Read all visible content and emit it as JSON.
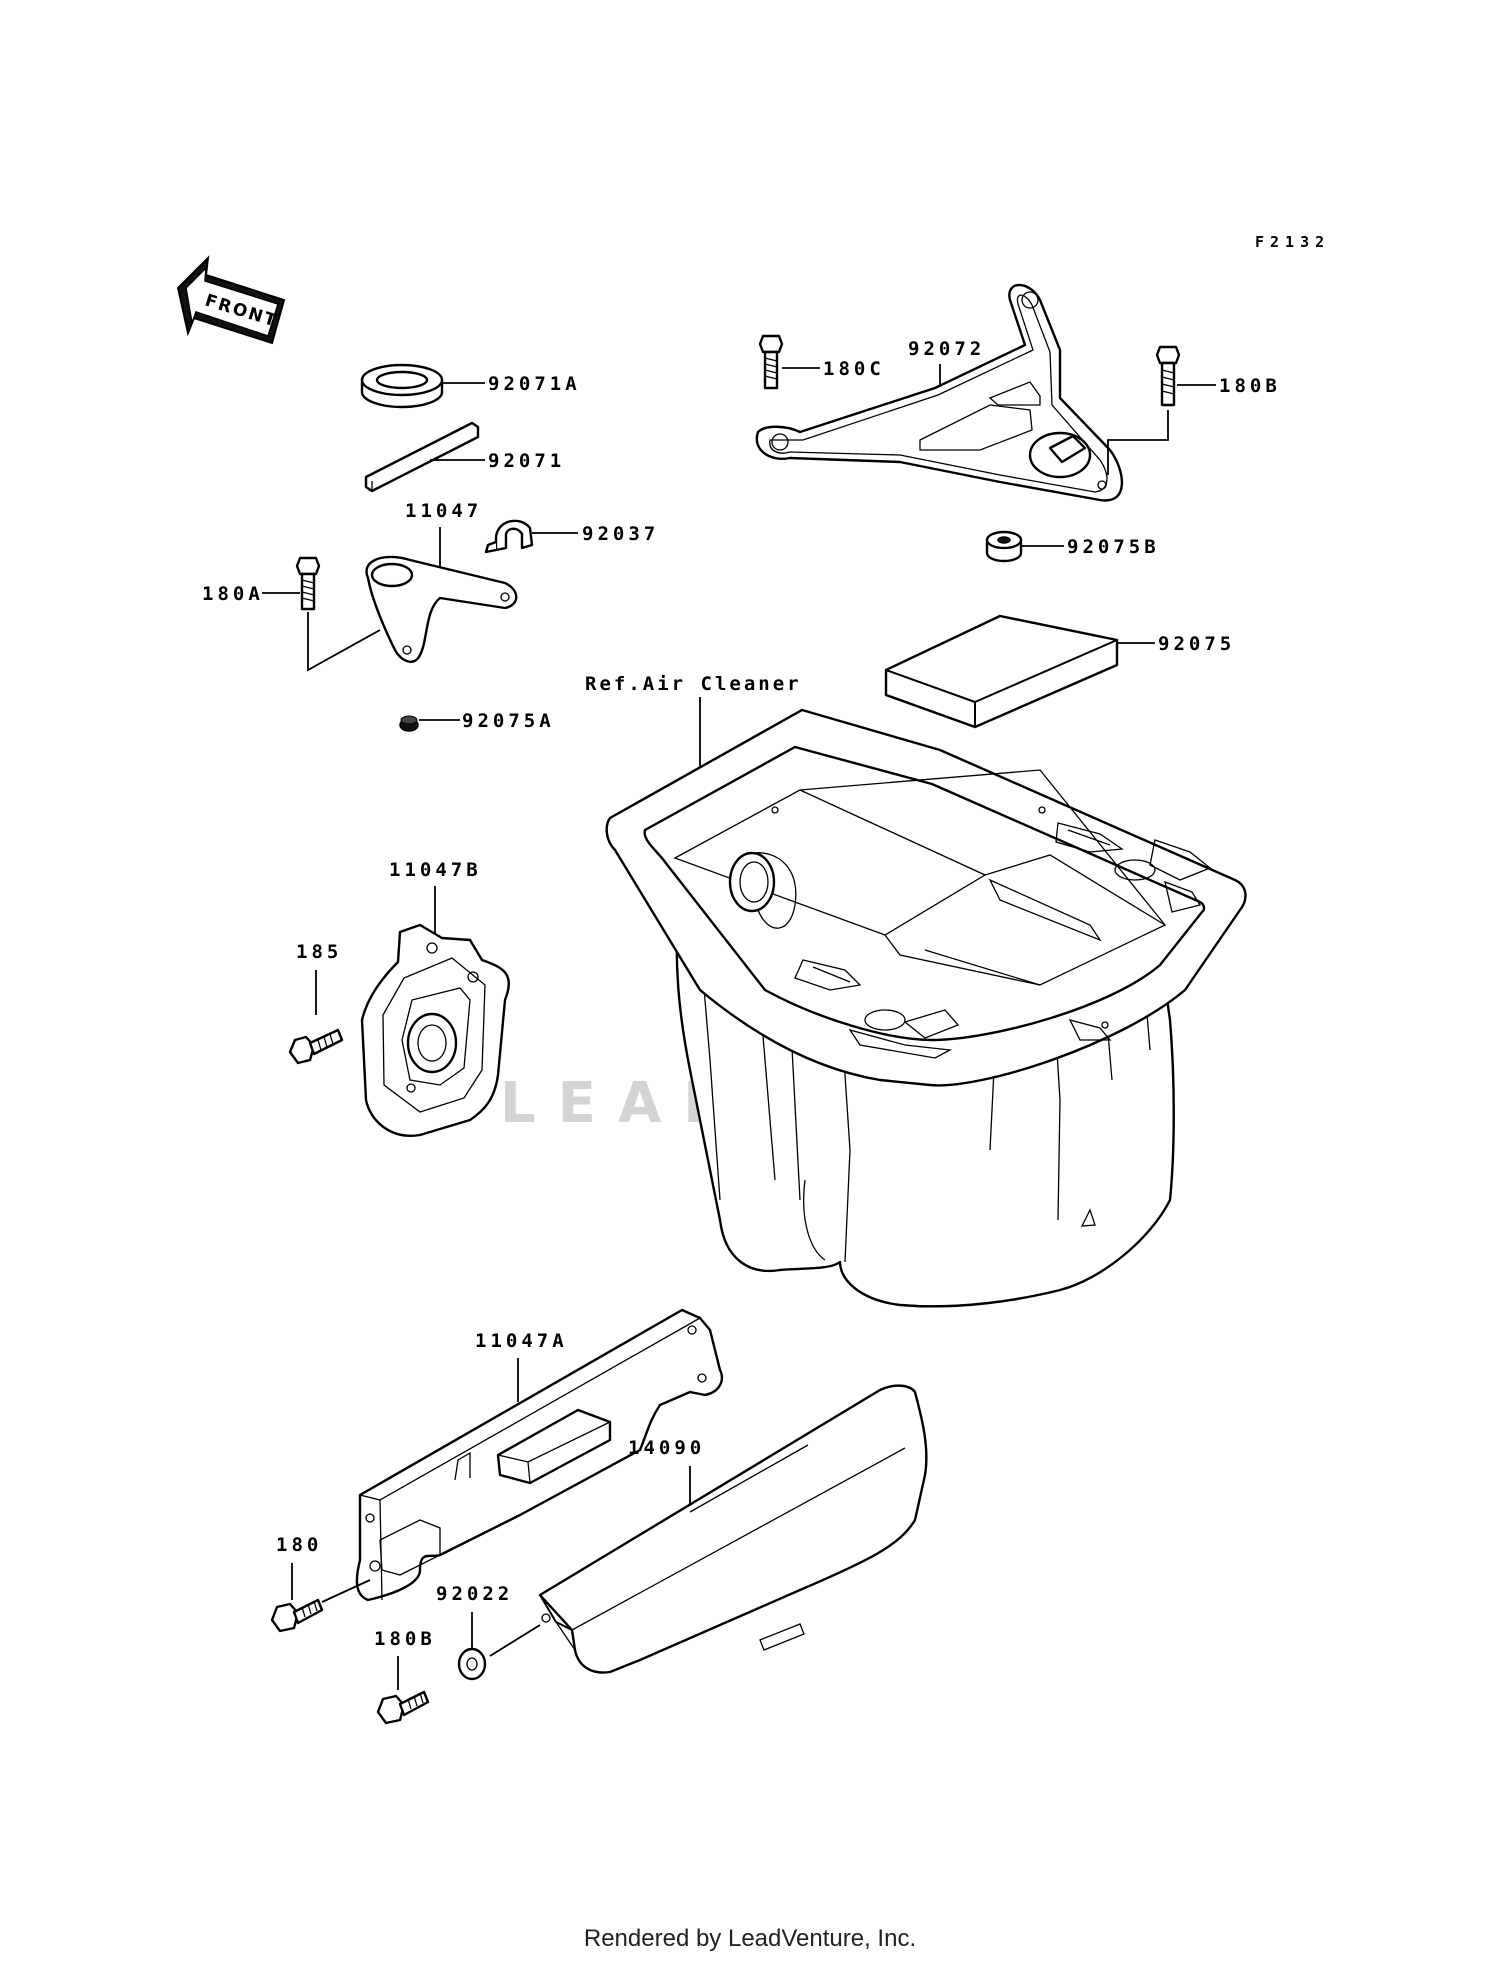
{
  "figure_id": "F2132",
  "front_label": "FRONT",
  "watermark": "LEADVENTURE",
  "footer": "Rendered by LeadVenture, Inc.",
  "reference_note": "Ref.Air Cleaner",
  "labels": {
    "p92071A": "92071A",
    "p92071": "92071",
    "p11047": "11047",
    "p92037": "92037",
    "p180A": "180A",
    "p92075A": "92075A",
    "p180C": "180C",
    "p92072": "92072",
    "p180B_top": "180B",
    "p92075B": "92075B",
    "p92075": "92075",
    "p11047B": "11047B",
    "p185": "185",
    "p11047A": "11047A",
    "p14090": "14090",
    "p180": "180",
    "p92022": "92022",
    "p180B_bottom": "180B"
  }
}
